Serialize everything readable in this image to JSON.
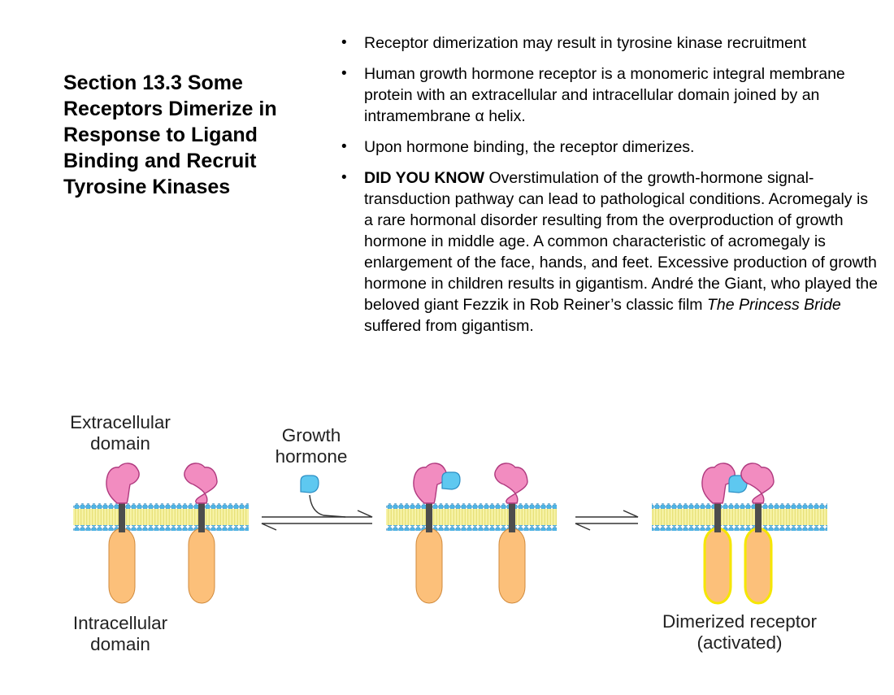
{
  "title": "Section 13.3 Some Receptors Dimerize in Response to Ligand Binding and Recruit Tyrosine Kinases",
  "bullets": {
    "b1": "Receptor dimerization may result in tyrosine kinase recruitment",
    "b2": "Human growth hormone receptor is a monomeric integral membrane protein with an extracellular and intracellular domain joined by an intramembrane α helix.",
    "b3": "Upon hormone binding, the receptor dimerizes.",
    "b4_bold": "DID YOU KNOW",
    "b4_text": " Overstimulation of the growth-hormone signal-transduction pathway can lead to pathological conditions. Acromegaly is a rare hormonal disorder resulting from the overproduction of growth hormone in middle age. A common characteristic of acromegaly is enlargement of the face, hands, and feet. Excessive production of growth hormone in children results in gigantism. André the Giant, who played the beloved giant Fezzik in Rob Reiner’s classic film ",
    "b4_italic": "The Princess Bride",
    "b4_end": " suffered from gigantism."
  },
  "diagram": {
    "extracellular_1": "Extracellular",
    "extracellular_2": "domain",
    "intracellular_1": "Intracellular",
    "intracellular_2": "domain",
    "growth_1": "Growth",
    "growth_2": "hormone",
    "dimer_1": "Dimerized receptor",
    "dimer_2": "(activated)",
    "colors": {
      "extracellular_domain": "#f28cc0",
      "intracellular_domain": "#fcc07a",
      "hormone": "#5ec8f0",
      "membrane_heads": "#4fb5e6",
      "membrane_tails": "#f7f3a8",
      "activation_outline": "#f5e600"
    }
  }
}
